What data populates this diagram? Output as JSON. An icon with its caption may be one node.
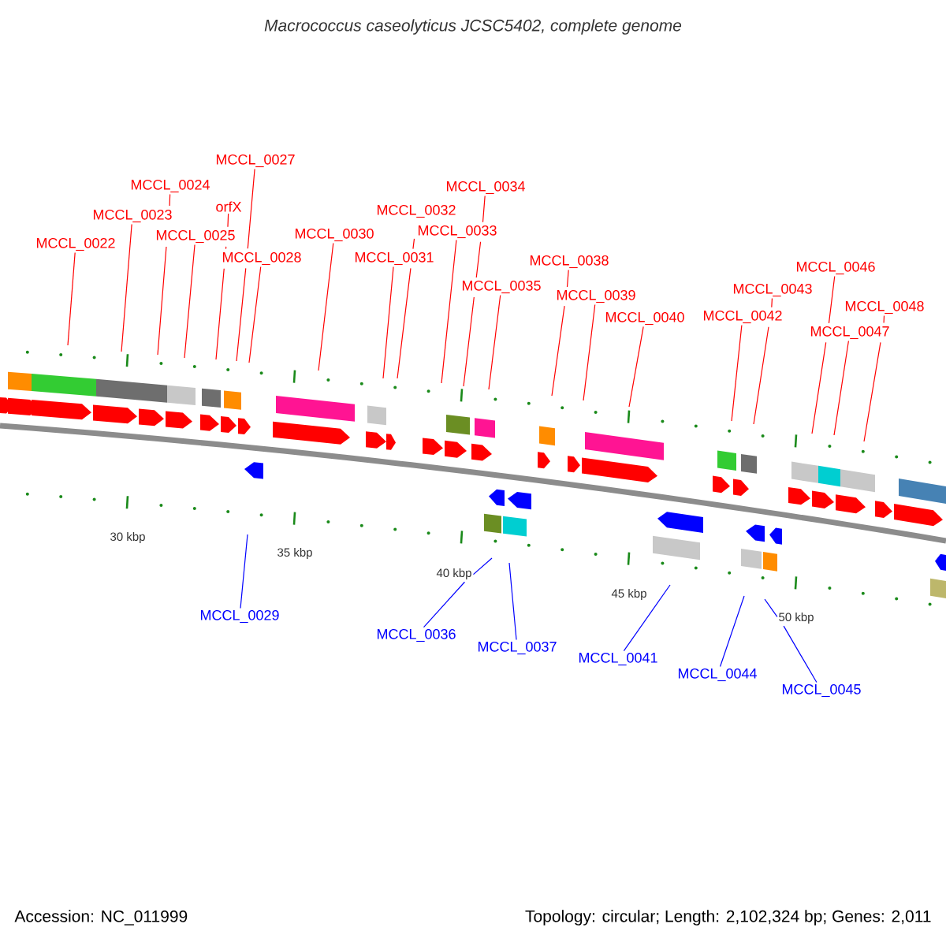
{
  "diagram": {
    "title": "Macrococcus caseolyticus JCSC5402, complete genome",
    "nodes": [
      {
        "text": [
          "MCCL_0022"
        ]
      },
      {
        "text": [
          "MCCL_0023"
        ]
      },
      {
        "text": [
          "MCCL_0024"
        ]
      },
      {
        "text": [
          "MCCL_0025"
        ]
      },
      {
        "text": [
          "orfX"
        ]
      },
      {
        "text": [
          "MCCL_0027"
        ]
      },
      {
        "text": [
          "MCCL_0028"
        ]
      },
      {
        "text": [
          "MCCL_0030"
        ]
      },
      {
        "text": [
          "MCCL_0031"
        ]
      },
      {
        "text": [
          "MCCL_0032"
        ]
      },
      {
        "text": [
          "MCCL_0033"
        ]
      },
      {
        "text": [
          "MCCL_0034"
        ]
      },
      {
        "text": [
          "MCCL_0035"
        ]
      },
      {
        "text": [
          "MCCL_0038"
        ]
      },
      {
        "text": [
          "MCCL_0039"
        ]
      },
      {
        "text": [
          "MCCL_0040"
        ]
      },
      {
        "text": [
          "MCCL_0042"
        ]
      },
      {
        "text": [
          "MCCL_0043"
        ]
      },
      {
        "text": [
          "MCCL_0046"
        ]
      },
      {
        "text": [
          "MCCL_0047"
        ]
      },
      {
        "text": [
          "MCCL_0048"
        ]
      },
      {
        "text": [
          "MCCL_0029"
        ]
      },
      {
        "text": [
          "MCCL_0036"
        ]
      },
      {
        "text": [
          "MCCL_0037"
        ]
      },
      {
        "text": [
          "MCCL_0041"
        ]
      },
      {
        "text": [
          "MCCL_0044"
        ]
      },
      {
        "text": [
          "MCCL_0045"
        ]
      }
    ],
    "edges": [
      {
        "from": 0,
        "to": null,
        "arrow": "none"
      },
      {
        "from": 1,
        "to": null,
        "arrow": "none"
      },
      {
        "from": 2,
        "to": null,
        "arrow": "none"
      },
      {
        "from": 3,
        "to": null,
        "arrow": "none"
      },
      {
        "from": 4,
        "to": null,
        "arrow": "none"
      },
      {
        "from": 5,
        "to": null,
        "arrow": "none"
      },
      {
        "from": 6,
        "to": null,
        "arrow": "none"
      },
      {
        "from": 7,
        "to": null,
        "arrow": "none"
      },
      {
        "from": 8,
        "to": null,
        "arrow": "none"
      },
      {
        "from": 9,
        "to": null,
        "arrow": "none"
      },
      {
        "from": 10,
        "to": null,
        "arrow": "none"
      },
      {
        "from": 11,
        "to": null,
        "arrow": "none"
      },
      {
        "from": 12,
        "to": null,
        "arrow": "none"
      },
      {
        "from": 13,
        "to": null,
        "arrow": "none"
      },
      {
        "from": 14,
        "to": null,
        "arrow": "none"
      },
      {
        "from": 15,
        "to": null,
        "arrow": "none"
      },
      {
        "from": 16,
        "to": null,
        "arrow": "none"
      },
      {
        "from": 17,
        "to": null,
        "arrow": "none"
      },
      {
        "from": 18,
        "to": null,
        "arrow": "none"
      },
      {
        "from": 19,
        "to": null,
        "arrow": "none"
      },
      {
        "from": 20,
        "to": null,
        "arrow": "none"
      },
      {
        "from": 21,
        "to": null,
        "arrow": "none",
        "color": "#0000ff"
      },
      {
        "from": 22,
        "to": null,
        "arrow": "none",
        "color": "#0000ff"
      },
      {
        "from": 23,
        "to": null,
        "arrow": "none",
        "color": "#0000ff"
      },
      {
        "from": 24,
        "to": null,
        "arrow": "none",
        "color": "#0000ff"
      },
      {
        "from": 25,
        "to": null,
        "arrow": "none",
        "color": "#0000ff"
      },
      {
        "from": 26,
        "to": null,
        "arrow": "none",
        "color": "#0000ff"
      }
    ],
    "labels": [
      "30 kbp",
      "35 kbp",
      "40 kbp",
      "45 kbp",
      "50 kbp",
      "Accession: NC_011999",
      "Topology: circular; Length: 2,102,324 bp; Genes: 2,011"
    ]
  }
}
